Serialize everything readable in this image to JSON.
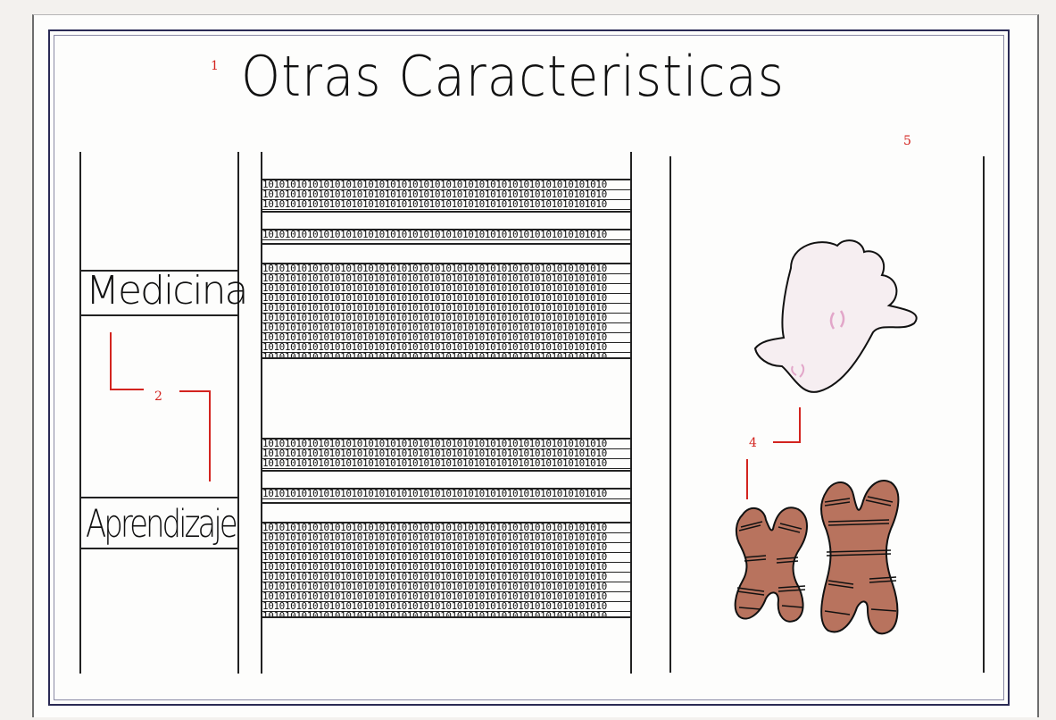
{
  "title": "Otras Caracteristicas",
  "markers": {
    "title": "1",
    "labels": "2",
    "figures": "4",
    "column": "5"
  },
  "labels": {
    "top": "Medicina",
    "bottom": "Aprendizaje"
  },
  "binary_pattern": "10101010101010101010101010101010101010101010101010101010101010",
  "colors": {
    "ink": "#111111",
    "marker": "#d3241f",
    "figure_fill": "#b8735e",
    "hand_tint": "#f4e8ec"
  }
}
